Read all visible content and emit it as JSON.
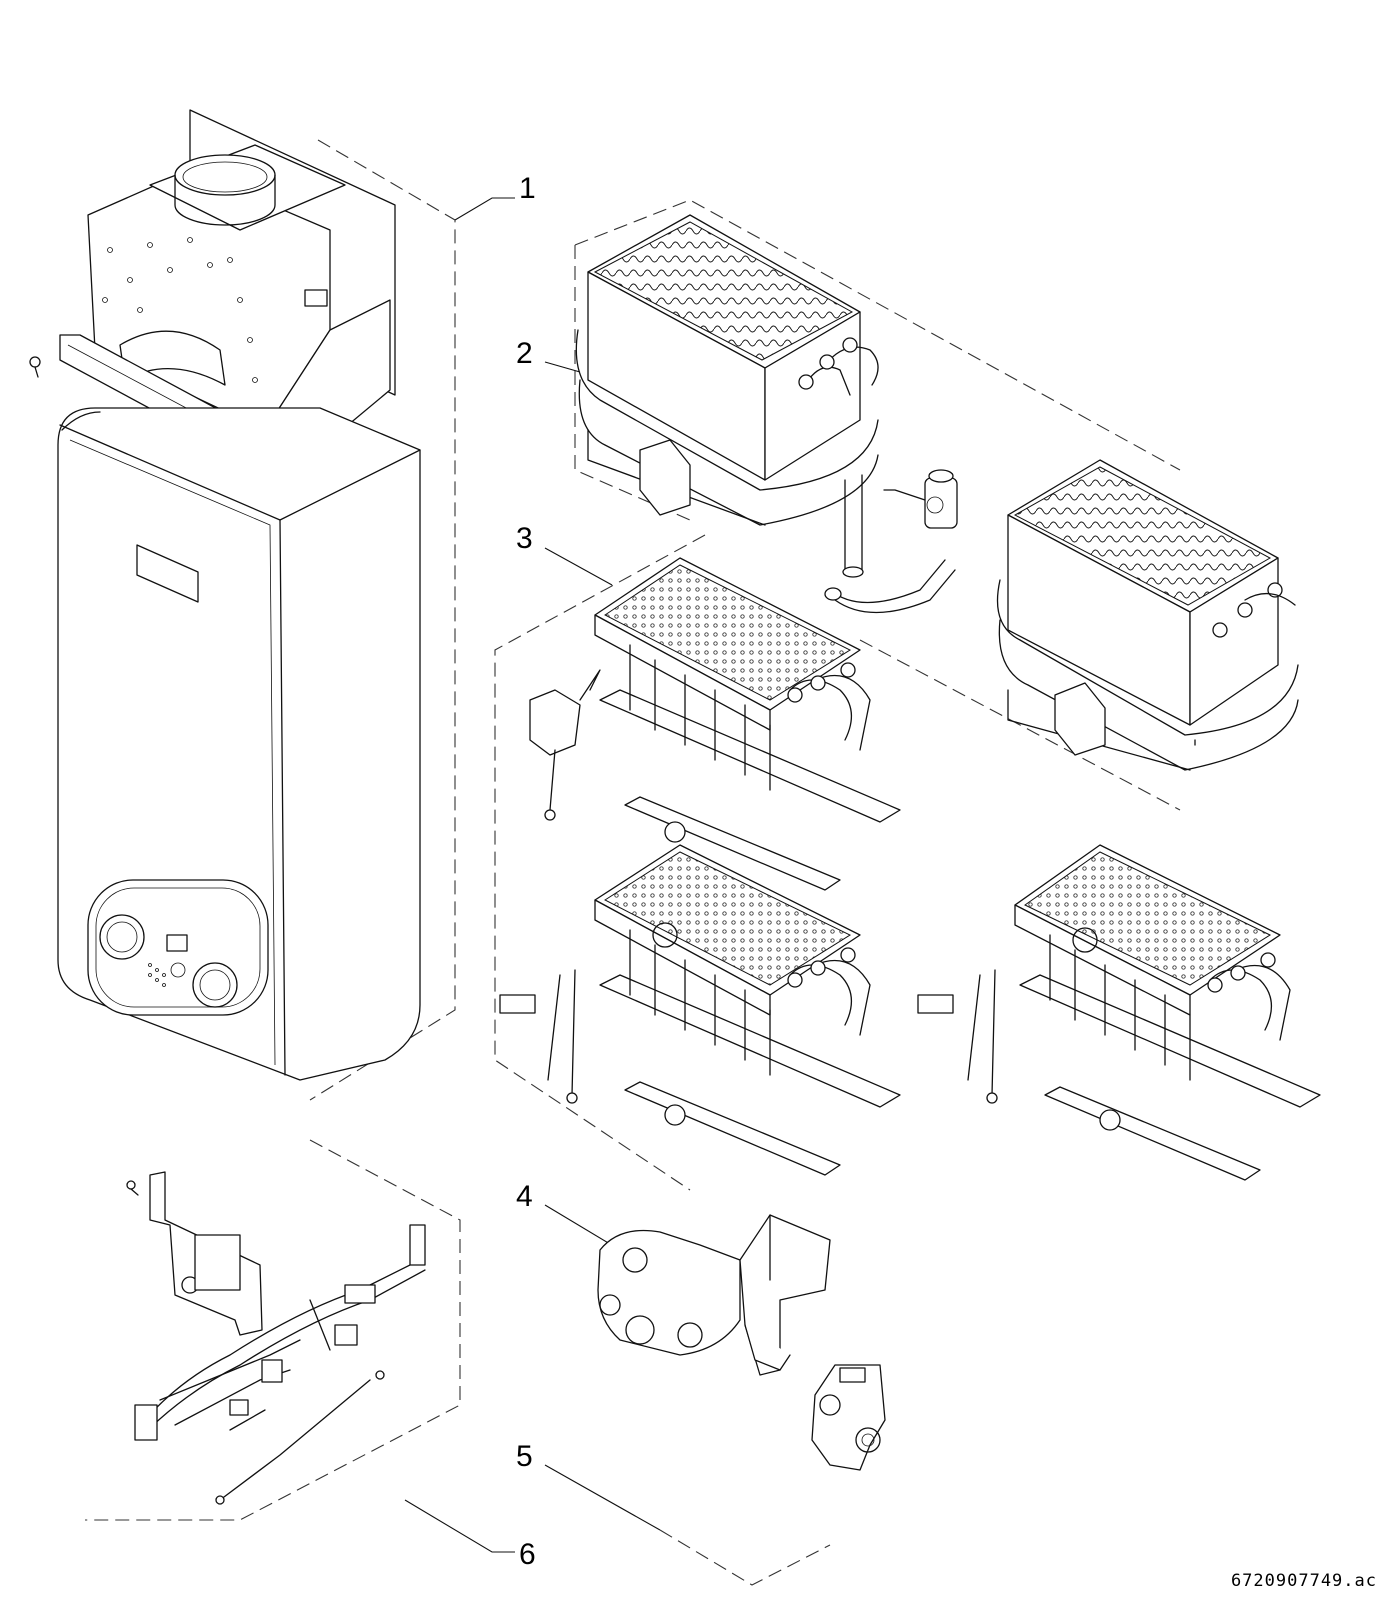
{
  "callouts": [
    {
      "id": "1",
      "label": "1"
    },
    {
      "id": "2",
      "label": "2"
    },
    {
      "id": "3",
      "label": "3"
    },
    {
      "id": "4",
      "label": "4"
    },
    {
      "id": "5",
      "label": "5"
    },
    {
      "id": "6",
      "label": "6"
    }
  ],
  "document_id": "6720907749.ac",
  "colors": {
    "line": "#111111",
    "background": "#ffffff"
  }
}
